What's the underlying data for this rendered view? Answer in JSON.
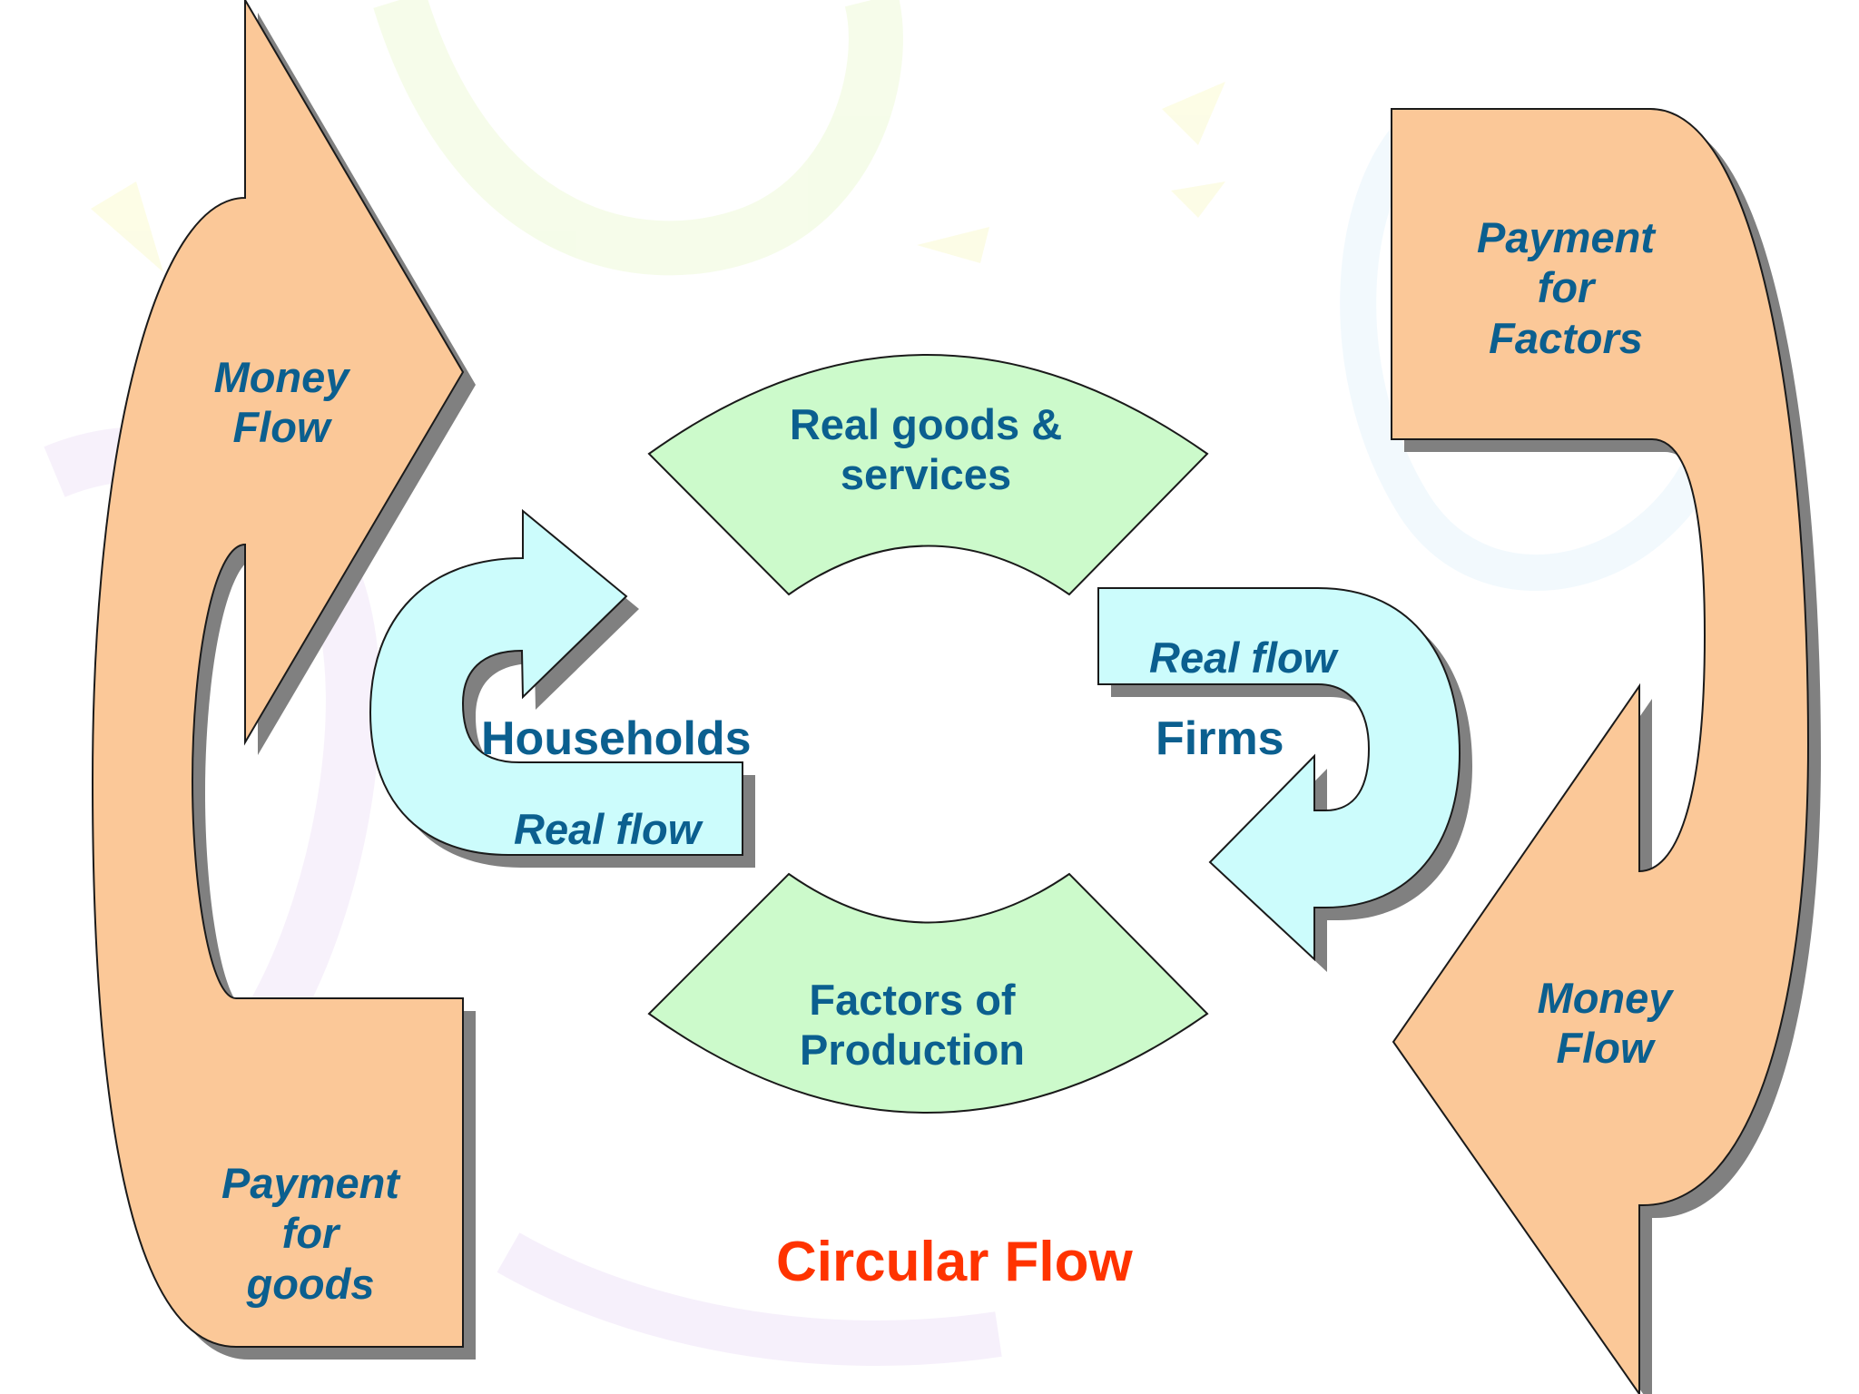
{
  "colors": {
    "money_flow_fill": "#fbc898",
    "real_flow_fill": "#ccfcfc",
    "sector_fill": "#ccfacb",
    "label_text": "#0b5f8f",
    "title_text": "#ff3300",
    "shadow": "#808080",
    "outline": "#1a1a1a"
  },
  "labels": {
    "money_flow_left": [
      "Money",
      "Flow"
    ],
    "payment_for_goods": [
      "Payment",
      "for",
      "goods"
    ],
    "payment_for_factors": [
      "Payment",
      "for",
      "Factors"
    ],
    "money_flow_right": [
      "Money",
      "Flow"
    ],
    "real_goods_services": [
      "Real goods &",
      "services"
    ],
    "factors_of_production": [
      "Factors of",
      "Production"
    ],
    "households": "Households",
    "firms": "Firms",
    "real_flow_left": "Real flow",
    "real_flow_right": "Real flow",
    "title": "Circular Flow"
  }
}
